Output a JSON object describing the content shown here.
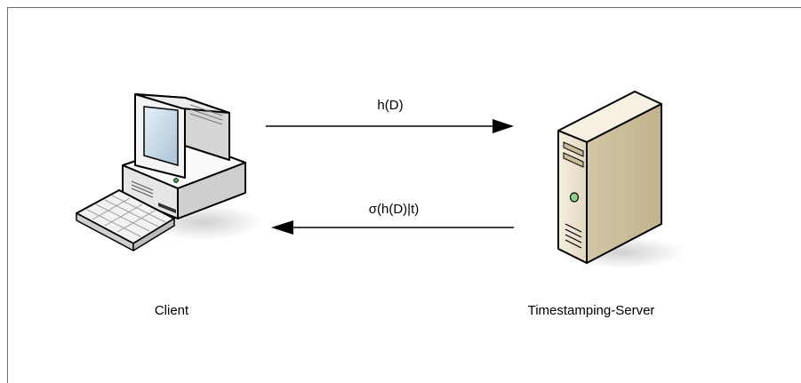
{
  "nodes": {
    "client": {
      "label": "Client",
      "icon": "desktop-computer-icon"
    },
    "server": {
      "label": "Timestamping-Server",
      "icon": "tower-server-icon"
    }
  },
  "messages": {
    "request": {
      "label": "h(D)",
      "direction": "client-to-server"
    },
    "response": {
      "label": "σ(h(D)|t)",
      "direction": "server-to-client"
    }
  },
  "colors": {
    "arrow": "#000000",
    "frame": "#6e6e6e",
    "server_body": "#ece4d2",
    "computer_body": "#f4f4f4",
    "screen": "#c9dbe8"
  }
}
